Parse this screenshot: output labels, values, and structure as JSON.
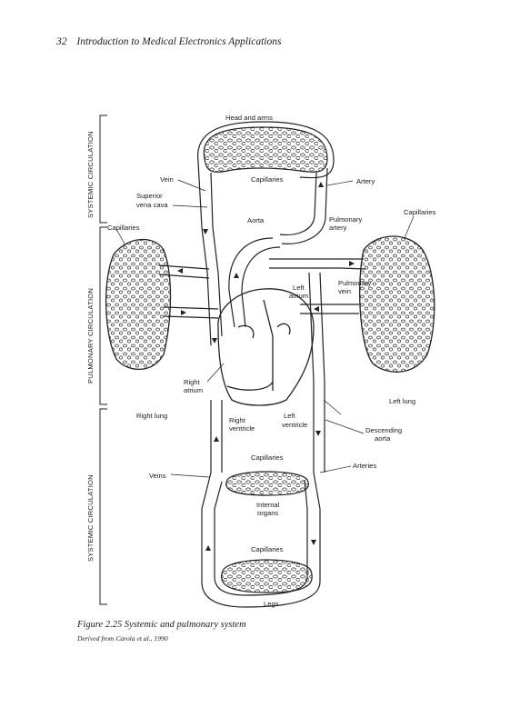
{
  "page": {
    "number": "32",
    "running_title": "Introduction to Medical Electronics Applications"
  },
  "figure": {
    "caption": "Figure 2.25 Systemic and pulmonary system",
    "source": "Derived from Carola et al., 1990"
  },
  "side_labels": {
    "systemic_top": "SYSTEMIC CIRCULATION",
    "pulmonary": "PULMONARY CIRCULATION",
    "systemic_bottom": "SYSTEMIC CIRCULATION"
  },
  "labels": {
    "head_and_arms": "Head and arms",
    "vein": "Vein",
    "capillaries_top": "Capillaries",
    "artery": "Artery",
    "superior_1": "Superior",
    "superior_2": "vena cava",
    "capillaries_right": "Capillaries",
    "capillaries_left": "Capillaries",
    "aorta": "Aorta",
    "pulm_artery_1": "Pulmonary",
    "pulm_artery_2": "artery",
    "left_atrium_1": "Left",
    "left_atrium_2": "atrium",
    "pulm_vein_1": "Pulmonary",
    "pulm_vein_2": "vein",
    "right_atrium_1": "Right",
    "right_atrium_2": "atrium",
    "left_lung": "Left lung",
    "right_lung": "Right lung",
    "right_ventricle_1": "Right",
    "right_ventricle_2": "ventricle",
    "left_ventricle_1": "Left",
    "left_ventricle_2": "ventricle",
    "descending_1": "Descending",
    "descending_2": "aorta",
    "capillaries_mid": "Capillaries",
    "arteries": "Arteries",
    "veins": "Veins",
    "internal_1": "Internal",
    "internal_2": "organs",
    "capillaries_bottom": "Capillaries",
    "legs": "Legs"
  }
}
